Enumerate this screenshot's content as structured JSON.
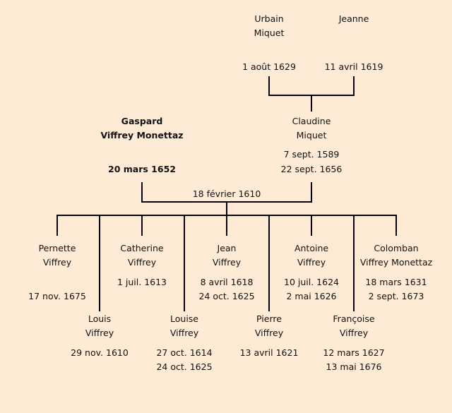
{
  "grandparents": [
    {
      "first": "Urbain",
      "last": "Miquet",
      "date": "1 août 1629"
    },
    {
      "first": "Jeanne",
      "last": "",
      "date": "11 avril 1619"
    }
  ],
  "father": {
    "first": "Gaspard",
    "last": "Viffrey Monettaz",
    "date": "20 mars 1652"
  },
  "mother": {
    "first": "Claudine",
    "last": "Miquet",
    "birth": "7 sept. 1589",
    "death": "22 sept. 1656"
  },
  "marriage": "18 février 1610",
  "children": [
    {
      "first": "Pernette",
      "last": "Viffrey",
      "d1": "",
      "d2": "17 nov. 1675"
    },
    {
      "first": "Louis",
      "last": "Viffrey",
      "d1": "29 nov. 1610",
      "d2": ""
    },
    {
      "first": "Catherine",
      "last": "Viffrey",
      "d1": "1 juil. 1613",
      "d2": ""
    },
    {
      "first": "Louise",
      "last": "Viffrey",
      "d1": "27 oct. 1614",
      "d2": "24 oct. 1625"
    },
    {
      "first": "Jean",
      "last": "Viffrey",
      "d1": "8 avril 1618",
      "d2": "24 oct. 1625"
    },
    {
      "first": "Pierre",
      "last": "Viffrey",
      "d1": "13 avril 1621",
      "d2": ""
    },
    {
      "first": "Antoine",
      "last": "Viffrey",
      "d1": "10 juil. 1624",
      "d2": "2 mai 1626"
    },
    {
      "first": "Françoise",
      "last": "Viffrey",
      "d1": "12 mars 1627",
      "d2": "13 mai 1676"
    },
    {
      "first": "Colomban",
      "last": "Viffrey Monettaz",
      "d1": "18 mars 1631",
      "d2": "2 sept. 1673"
    }
  ]
}
